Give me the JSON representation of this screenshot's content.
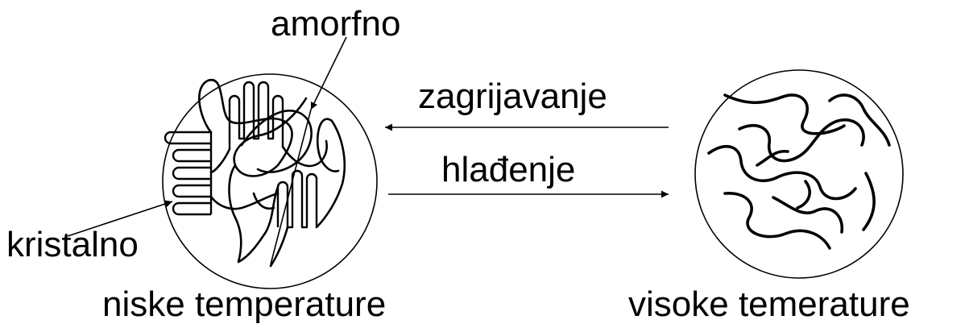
{
  "labels": {
    "amorphous": "amorfno",
    "crystalline": "kristalno",
    "heating": "zagrijavanje",
    "cooling": "hlađenje",
    "low_temp": "niske temperature",
    "high_temp": "visoke temerature"
  }
}
